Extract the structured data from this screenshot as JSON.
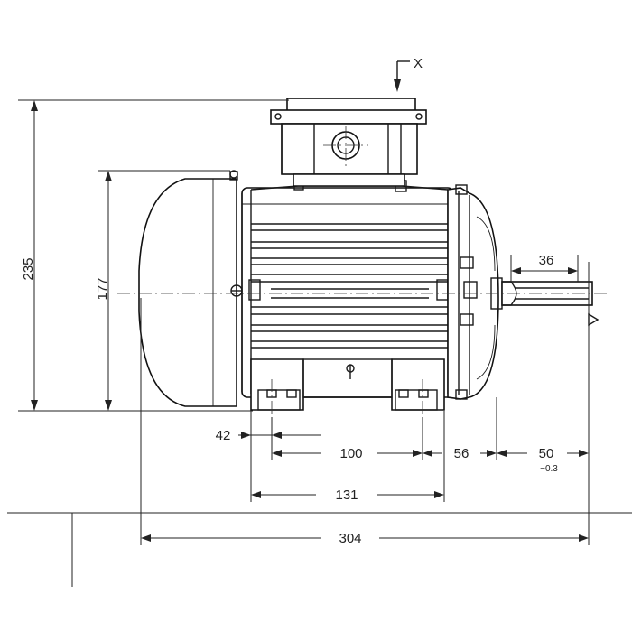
{
  "view_marker": "X",
  "dimensions": {
    "overall_height": "235",
    "centre_height": "177",
    "shaft_key_length": "36",
    "foot_offset": "42",
    "foot_hole_spacing": "100",
    "flange_to_foot": "56",
    "shaft_length": "50",
    "shaft_tolerance": "−0.3",
    "foot_width": "131",
    "overall_length": "304"
  }
}
